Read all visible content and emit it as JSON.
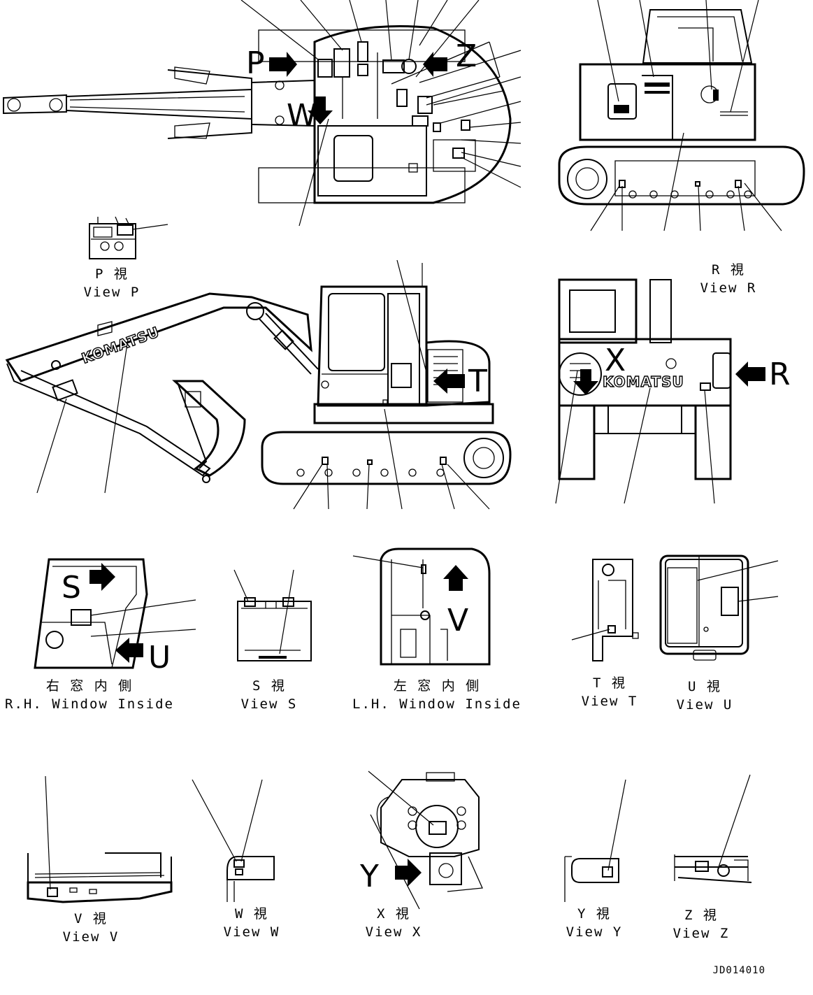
{
  "drawing_code": "JD014010",
  "callout_letters": {
    "P": "P",
    "Z": "Z",
    "W": "W",
    "T": "T",
    "X": "X",
    "R": "R",
    "S": "S",
    "U": "U",
    "V": "V",
    "Y": "Y"
  },
  "logo_text": "KOMATSU",
  "views": {
    "view_p": {
      "jp": "P 視",
      "en": "View P"
    },
    "view_r": {
      "jp": "R 視",
      "en": "View R"
    },
    "rh_window": {
      "jp": "右 窓 内 側",
      "en": "R.H. Window Inside"
    },
    "view_s": {
      "jp": "S 視",
      "en": "View S"
    },
    "lh_window": {
      "jp": "左 窓 内 側",
      "en": "L.H. Window Inside"
    },
    "view_t": {
      "jp": "T 視",
      "en": "View T"
    },
    "view_u": {
      "jp": "U 視",
      "en": "View U"
    },
    "view_v": {
      "jp": "V 視",
      "en": "View V"
    },
    "view_w": {
      "jp": "W 視",
      "en": "View W"
    },
    "view_x": {
      "jp": "X 視",
      "en": "View X"
    },
    "view_y": {
      "jp": "Y 視",
      "en": "View Y"
    },
    "view_z": {
      "jp": "Z 視",
      "en": "View Z"
    }
  }
}
